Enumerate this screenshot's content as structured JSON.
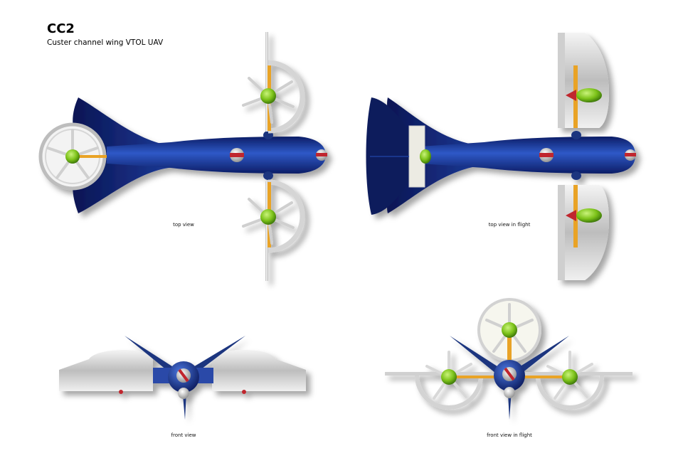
{
  "header": {
    "title": "CC2",
    "subtitle": "Custer channel wing VTOL UAV"
  },
  "views": [
    {
      "id": "top",
      "label": "top view"
    },
    {
      "id": "top_flight",
      "label": "top view in flight"
    },
    {
      "id": "front",
      "label": "front view"
    },
    {
      "id": "front_flight",
      "label": "front view in flight"
    }
  ],
  "colors": {
    "body_blue": "#1f3f9c",
    "body_dark": "#0b1a5c",
    "spinner_green": "#7ec61c",
    "shaft_orange": "#e9a326",
    "nose_red": "#c0282e",
    "duct_silver": "#d9d9d9"
  }
}
